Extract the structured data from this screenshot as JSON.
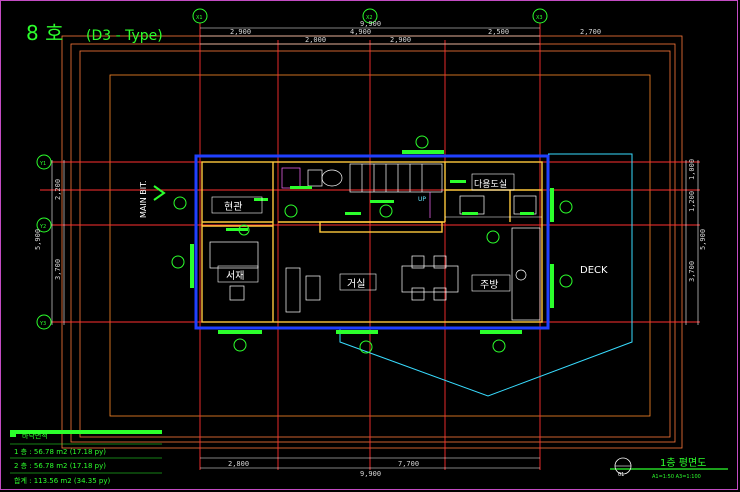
{
  "title": {
    "unit": "8 호",
    "type": "(D3 - Type)"
  },
  "dimensions": {
    "top_total": "9,900",
    "top_left": "2,900",
    "top_mid1": "4,900",
    "top_mid2": "2,000",
    "top_mid3": "2,900",
    "top_right1": "2,500",
    "top_right2": "2,700",
    "left_total": "5,900",
    "left_1": "2,200",
    "left_2": "3,700",
    "right_total": "5,900",
    "right_1": "1,000",
    "right_2": "1,200",
    "right_3": "3,700",
    "bottom_left": "2,800",
    "bottom_mid": "7,700",
    "bottom_total": "9,900"
  },
  "grid_labels": {
    "x1": "X1",
    "x2": "X2",
    "x3": "X3",
    "y1": "Y1",
    "y2": "Y2",
    "y3": "Y3"
  },
  "rooms": {
    "entrance": "현관",
    "study": "서재",
    "living": "거실",
    "kitchen": "주방",
    "multipurpose": "다용도실",
    "deck": "DECK",
    "up": "UP",
    "main_bit": "MAIN BIT."
  },
  "area": {
    "header": "바닥면적",
    "floor1": "1 층 :   56.78 m2 (17.18 py)",
    "floor2": "2 층 :   56.78 m2 (17.18 py)",
    "total": "합계 : 113.56 m2 (34.35 py)"
  },
  "drawing_title": {
    "name": "1층 평면도",
    "scale": "A1=1:50  A3=1:100",
    "number": "01"
  },
  "colors": {
    "background": "#000000",
    "frame": "#c34cc3",
    "grid_red": "#ff3030",
    "wall": "#ffc83c",
    "outline_blue": "#2040ff",
    "text_green": "#2cff2c",
    "cyan": "#38dcff"
  }
}
